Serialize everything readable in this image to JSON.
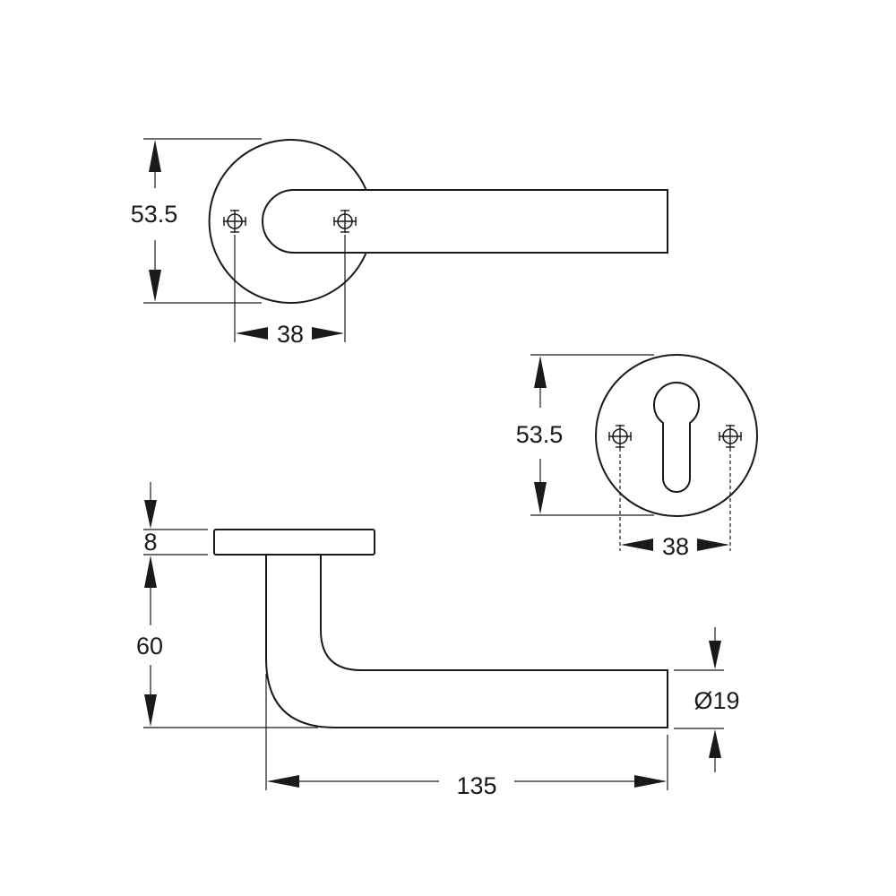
{
  "colors": {
    "line": "#1a1a1a",
    "background": "#ffffff"
  },
  "top_view": {
    "rose_height": "53.5",
    "screw_spacing": "38"
  },
  "escutcheon_view": {
    "height": "53.5",
    "screw_spacing": "38"
  },
  "side_view": {
    "rose_thickness": "8",
    "lever_height": "60",
    "lever_length": "135",
    "lever_diameter": "Ø19"
  }
}
